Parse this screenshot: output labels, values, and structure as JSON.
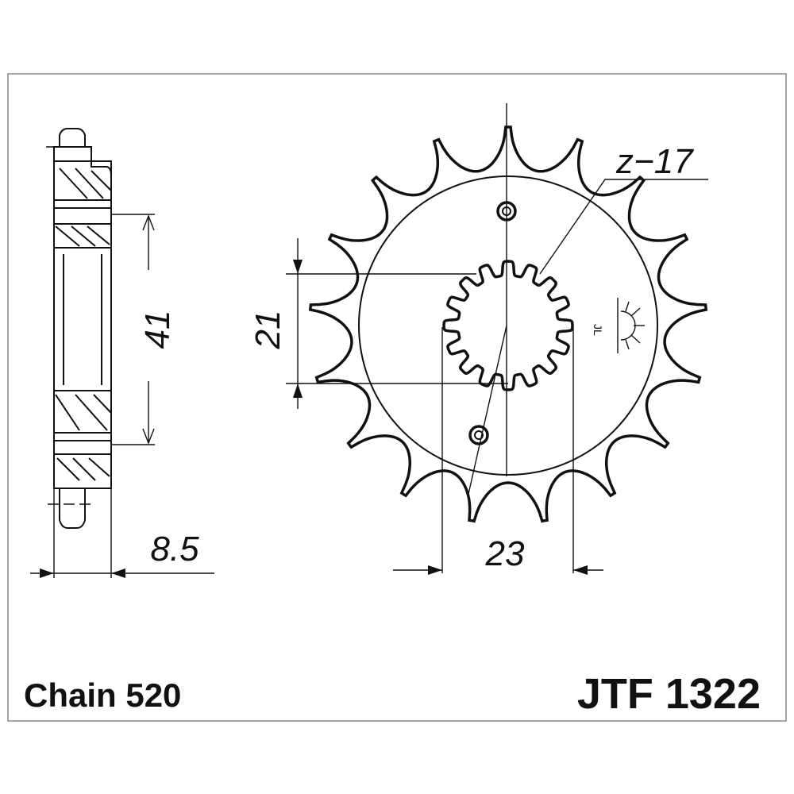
{
  "drawing": {
    "teeth_label": "z−17",
    "dim_bore": "21",
    "dim_spline": "23",
    "dim_hole_spacing": "41",
    "dim_thickness": "8.5",
    "chain": "Chain 520",
    "part_number": "JTF 1322",
    "line_color": "#111111",
    "frame_color": "#888888"
  }
}
